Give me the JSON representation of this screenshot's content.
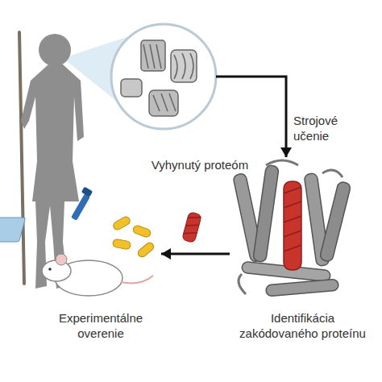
{
  "diagram": {
    "nodes": [
      {
        "text": [
          "Vyhynutý proteóm"
        ]
      },
      {
        "text": [
          "Identifikácia zakódovaného proteínu"
        ]
      },
      {
        "text": [
          "Experimentálne overenie"
        ]
      }
    ],
    "edges": [
      {
        "from": 0,
        "to": 1,
        "arrow": "to",
        "label": "Strojové učenie"
      },
      {
        "from": 1,
        "to": 2,
        "arrow": "to"
      }
    ]
  }
}
